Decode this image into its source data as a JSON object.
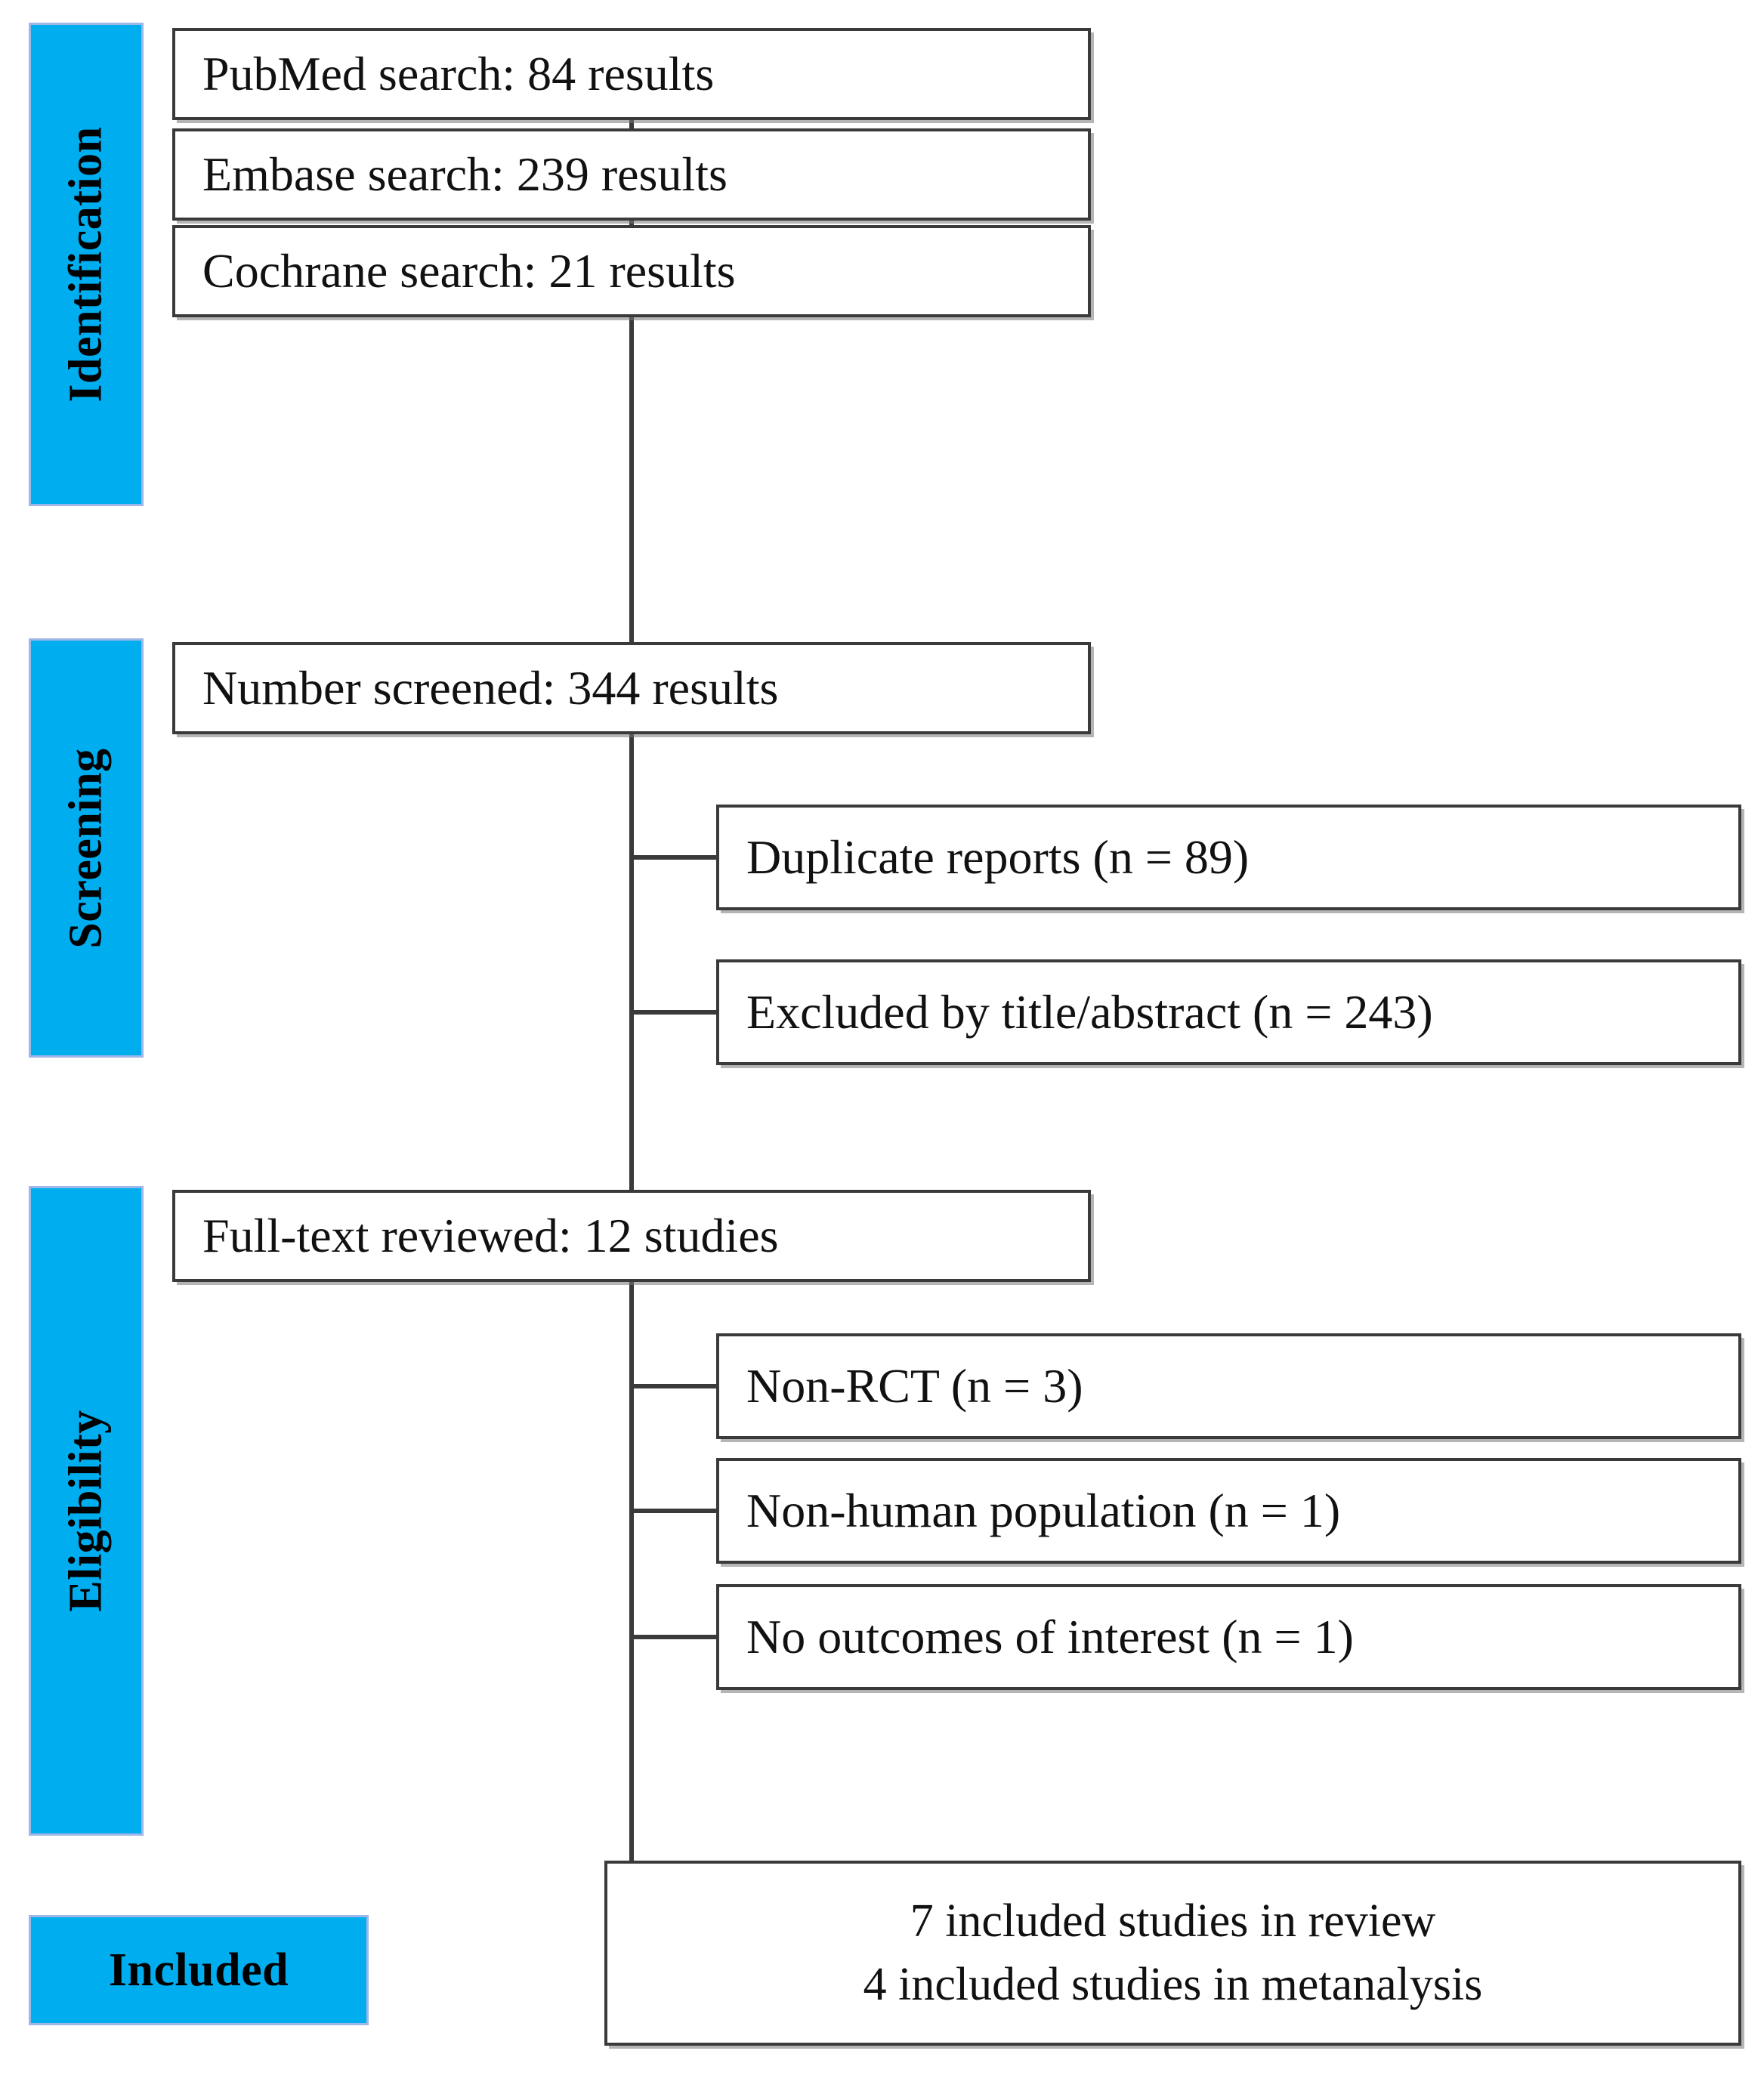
{
  "diagram": {
    "type": "prisma-flow-diagram",
    "accent_color": "#00ADEF",
    "border_color": "#3A3A3A",
    "background_color": "#FFFFFF"
  },
  "stages": [
    {
      "id": "identification",
      "label": "Identification"
    },
    {
      "id": "screening",
      "label": "Screening"
    },
    {
      "id": "eligibility",
      "label": "Eligibility"
    },
    {
      "id": "included",
      "label": "Included"
    }
  ],
  "boxes": {
    "pubmed": {
      "text": "PubMed search: 84 results"
    },
    "embase": {
      "text": "Embase search: 239 results"
    },
    "cochrane": {
      "text": "Cochrane search: 21 results"
    },
    "screened": {
      "text": "Number screened: 344 results"
    },
    "duplicate": {
      "text": "Duplicate reports (n = 89)"
    },
    "excluded_ta": {
      "text": "Excluded by title/abstract (n = 243)"
    },
    "fulltext": {
      "text": "Full-text reviewed: 12 studies"
    },
    "non_rct": {
      "text": "Non-RCT (n = 3)"
    },
    "non_human": {
      "text": "Non-human population (n = 1)"
    },
    "no_outcomes": {
      "text": "No outcomes of interest (n = 1)"
    },
    "final_line1": {
      "text": "7 included studies in review"
    },
    "final_line2": {
      "text": "4 included studies in metanalysis"
    }
  },
  "counts": {
    "pubmed_results": 84,
    "embase_results": 239,
    "cochrane_results": 21,
    "screened_results": 344,
    "duplicate_reports": 89,
    "excluded_title_abstract": 243,
    "full_text_reviewed": 12,
    "non_rct": 3,
    "non_human_population": 1,
    "no_outcomes_of_interest": 1,
    "included_in_review": 7,
    "included_in_metanalysis": 4
  }
}
